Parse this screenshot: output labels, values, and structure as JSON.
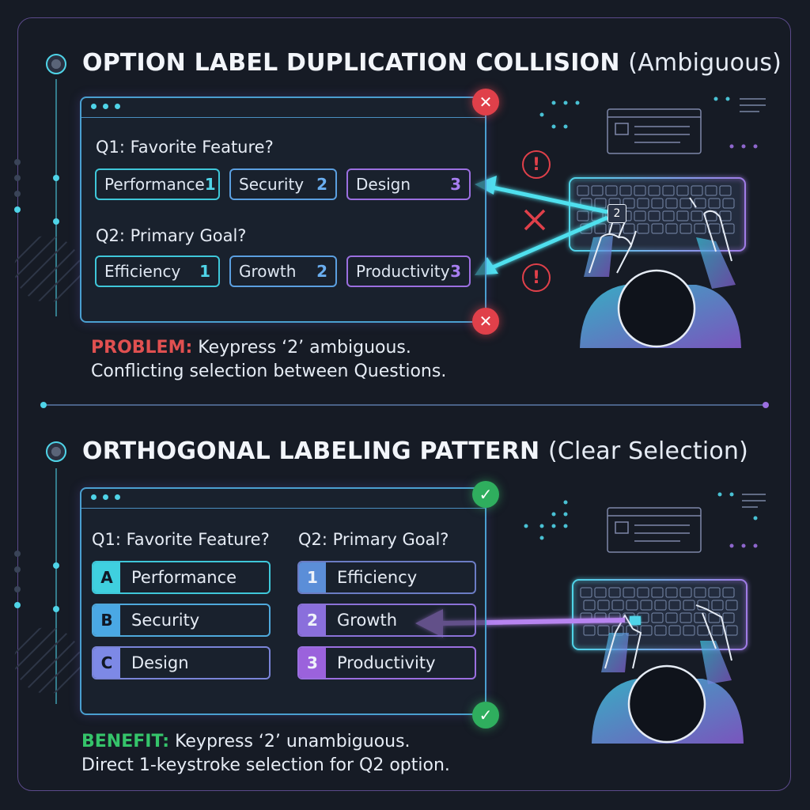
{
  "colors": {
    "cyan": "#4fd4e8",
    "blue": "#5b9fe0",
    "purple": "#9b6fe0",
    "red": "#e0404a",
    "green": "#2fae5e",
    "bg": "#161b25"
  },
  "section1": {
    "title": "OPTION LABEL DUPLICATION COLLISION",
    "subtitle": "(Ambiguous)",
    "q1": {
      "question": "Q1: Favorite Feature?",
      "options": [
        {
          "label": "Performance",
          "key": "1"
        },
        {
          "label": "Security",
          "key": "2"
        },
        {
          "label": "Design",
          "key": "3"
        }
      ]
    },
    "q2": {
      "question": "Q2: Primary Goal?",
      "options": [
        {
          "label": "Efficiency",
          "key": "1"
        },
        {
          "label": "Growth",
          "key": "2"
        },
        {
          "label": "Productivity",
          "key": "3"
        }
      ]
    },
    "pressed_key": "2",
    "status_icons": [
      "close-icon",
      "close-icon",
      "alert-icon",
      "alert-icon"
    ],
    "note_tag": "PROBLEM:",
    "note_line1": "Keypress ‘2’ ambiguous.",
    "note_line2": "Conflicting selection between Questions."
  },
  "section2": {
    "title": "ORTHOGONAL LABELING PATTERN",
    "subtitle": "(Clear Selection)",
    "q1": {
      "question": "Q1: Favorite Feature?",
      "options": [
        {
          "label": "Performance",
          "key": "A"
        },
        {
          "label": "Security",
          "key": "B"
        },
        {
          "label": "Design",
          "key": "C"
        }
      ]
    },
    "q2": {
      "question": "Q2: Primary Goal?",
      "options": [
        {
          "label": "Efficiency",
          "key": "1"
        },
        {
          "label": "Growth",
          "key": "2"
        },
        {
          "label": "Productivity",
          "key": "3"
        }
      ]
    },
    "status_icons": [
      "check-icon",
      "check-icon"
    ],
    "note_tag": "BENEFIT:",
    "note_line1": "Keypress ‘2’ unambiguous.",
    "note_line2": "Direct 1-keystroke selection for Q2 option."
  },
  "icons": {
    "close": "✕",
    "check": "✓",
    "alert": "!"
  }
}
